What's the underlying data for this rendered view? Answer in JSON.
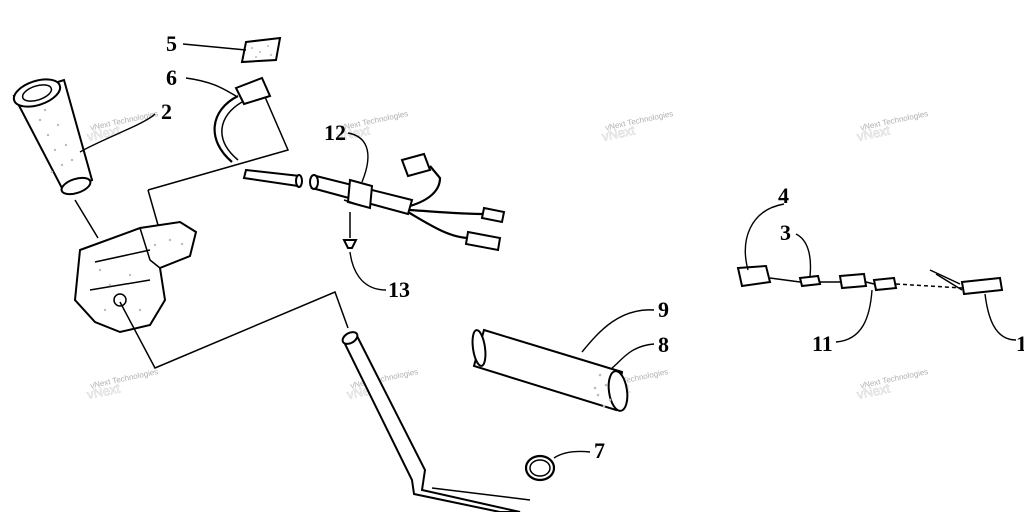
{
  "watermark": "vNext Technologies",
  "callouts": [
    {
      "id": "c5",
      "label": "5"
    },
    {
      "id": "c6",
      "label": "6"
    },
    {
      "id": "c2",
      "label": "2"
    },
    {
      "id": "c12",
      "label": "12"
    },
    {
      "id": "c13",
      "label": "13"
    },
    {
      "id": "c4",
      "label": "4"
    },
    {
      "id": "c3",
      "label": "3"
    },
    {
      "id": "c11",
      "label": "11"
    },
    {
      "id": "c1",
      "label": "1"
    },
    {
      "id": "c9",
      "label": "9"
    },
    {
      "id": "c8",
      "label": "8"
    },
    {
      "id": "c7",
      "label": "7"
    }
  ]
}
